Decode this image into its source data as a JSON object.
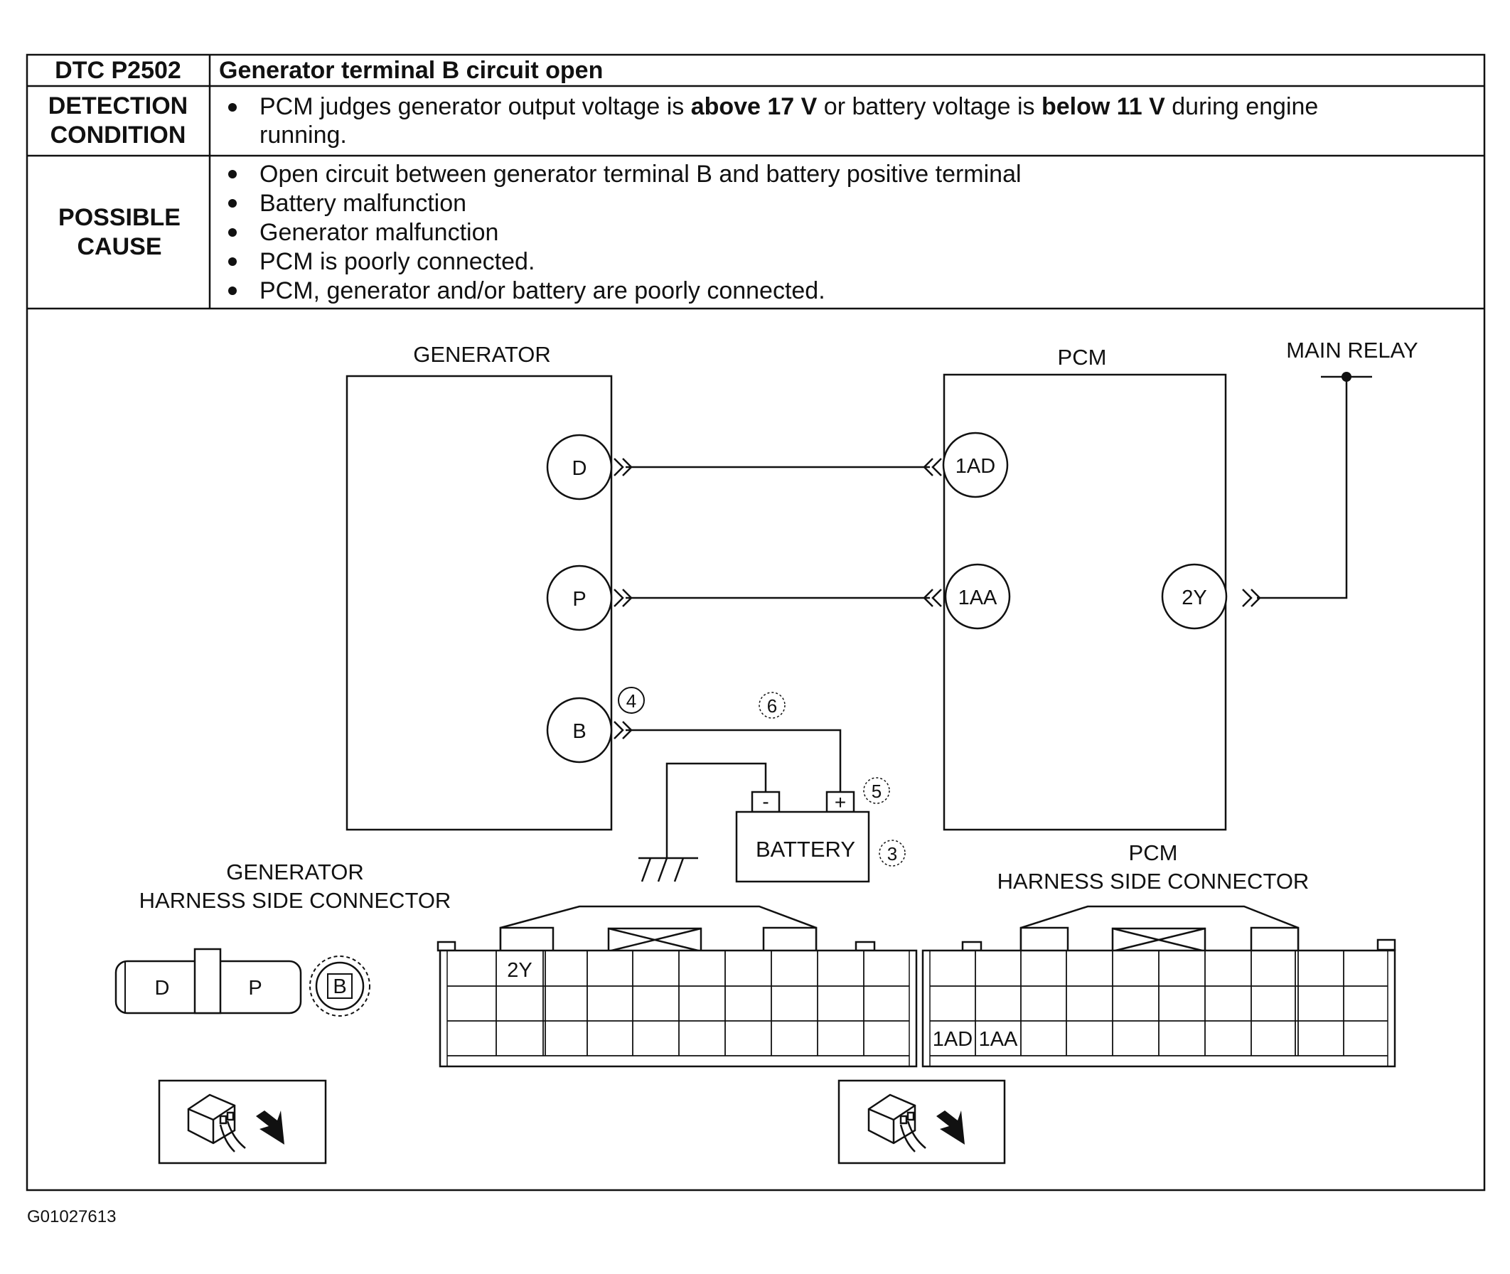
{
  "table": {
    "dtc_code": "DTC P2502",
    "dtc_title": "Generator terminal B circuit open",
    "detection": {
      "label_line1": "DETECTION",
      "label_line2": "CONDITION",
      "text_a": "PCM judges generator output voltage is ",
      "bold_a": "above 17 V",
      "text_b": " or battery voltage is ",
      "bold_b": "below 11 V",
      "text_c": " during engine",
      "text_d": "running."
    },
    "possible_cause": {
      "label_line1": "POSSIBLE",
      "label_line2": "CAUSE",
      "items": [
        "Open circuit between generator terminal B and battery positive terminal",
        "Battery malfunction",
        "Generator malfunction",
        "PCM is poorly connected.",
        "PCM, generator and/or battery are poorly connected."
      ]
    }
  },
  "diagram": {
    "generator_label": "GENERATOR",
    "pcm_label": "PCM",
    "main_relay_label": "MAIN RELAY",
    "gen_pins": [
      "D",
      "P",
      "B"
    ],
    "pcm_pins": [
      "1AD",
      "1AA",
      "2Y"
    ],
    "battery_label": "BATTERY",
    "battery_minus": "-",
    "battery_plus": "+",
    "callouts": {
      "gen_b": "4",
      "wire": "6",
      "bat_plus": "5",
      "battery": "3"
    }
  },
  "gen_connector": {
    "title_line1": "GENERATOR",
    "title_line2": "HARNESS SIDE CONNECTOR",
    "pins": [
      "D",
      "P",
      "B"
    ]
  },
  "pcm_connector": {
    "title_line1": "PCM",
    "title_line2": "HARNESS SIDE CONNECTOR",
    "cells": [
      "2Y",
      "1AD",
      "1AA"
    ]
  },
  "figure_id": "G01027613"
}
